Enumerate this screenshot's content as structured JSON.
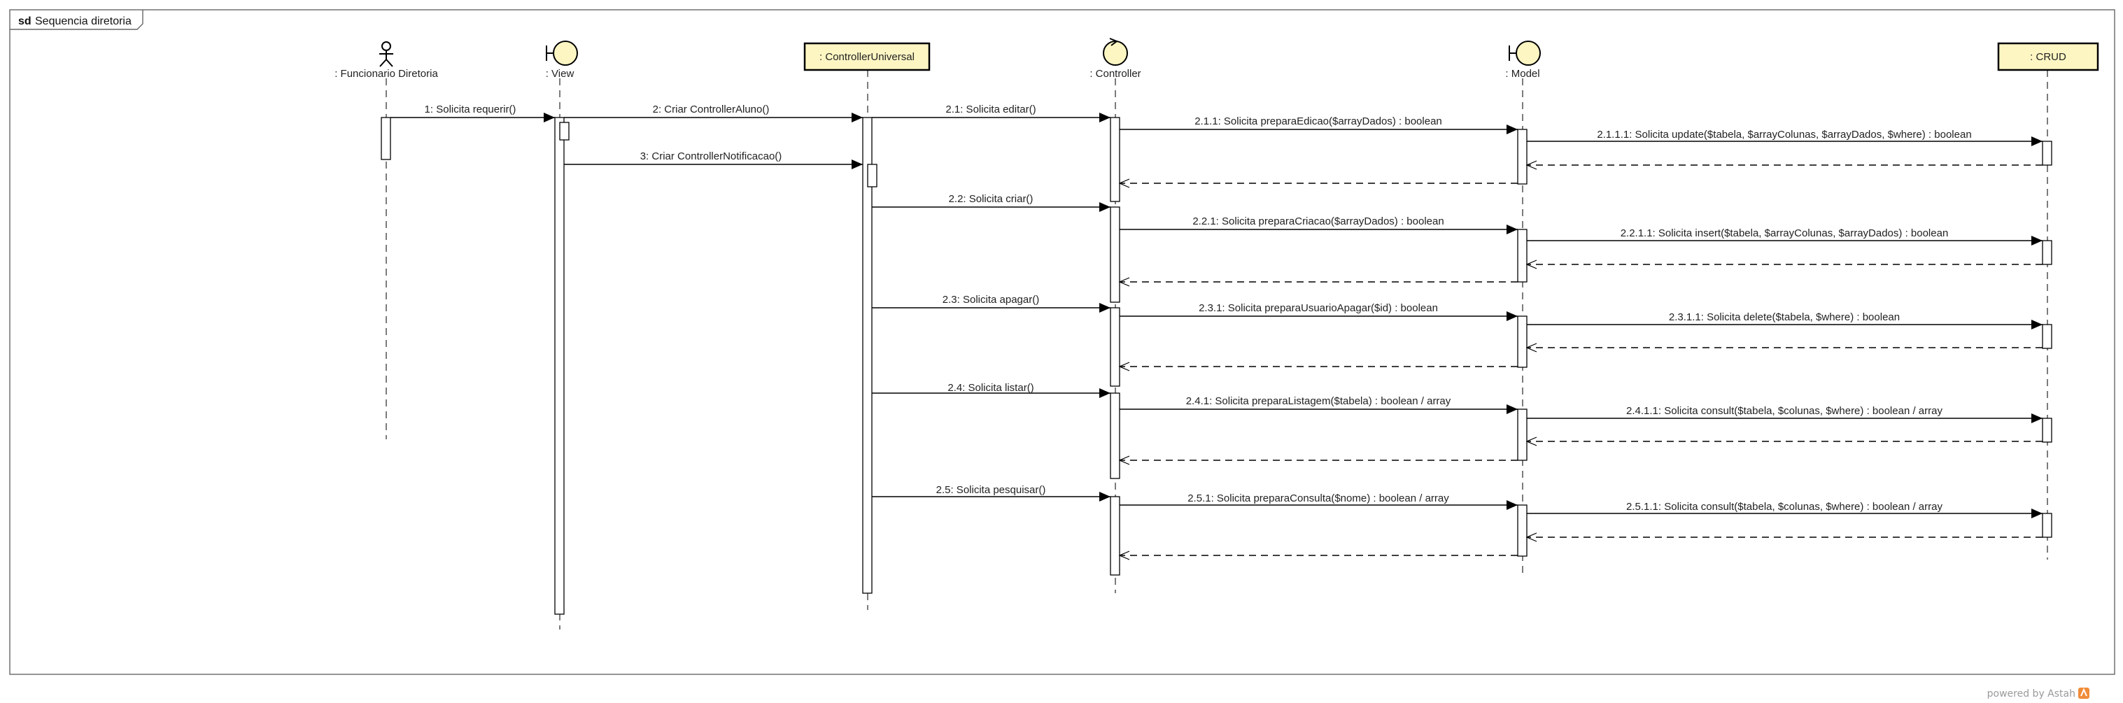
{
  "frame": {
    "keyword": "sd",
    "name": "Sequencia diretoria"
  },
  "watermark": "powered by Astah",
  "colors": {
    "class_fill": "#fdf6c3",
    "line": "#000000",
    "text": "#222222"
  },
  "participants": [
    {
      "id": "funcionario",
      "kind": "actor",
      "label": ": Funcionario Diretoria"
    },
    {
      "id": "view",
      "kind": "boundary",
      "label": ": View"
    },
    {
      "id": "controller_universal",
      "kind": "class",
      "label": ": ControllerUniversal"
    },
    {
      "id": "controller",
      "kind": "control",
      "label": ": Controller"
    },
    {
      "id": "model",
      "kind": "boundary",
      "label": ": Model"
    },
    {
      "id": "crud",
      "kind": "class",
      "label": ": CRUD"
    }
  ],
  "messages": [
    {
      "label": "1: Solicita requerir()",
      "from": "funcionario",
      "to": "view",
      "type": "sync"
    },
    {
      "label": "2: Criar ControllerAluno()",
      "from": "view",
      "to": "controller_universal",
      "type": "sync"
    },
    {
      "label": "3: Criar ControllerNotificacao()",
      "from": "view",
      "to": "controller_universal",
      "type": "sync"
    },
    {
      "label": "2.1: Solicita editar()",
      "from": "controller_universal",
      "to": "controller",
      "type": "sync"
    },
    {
      "label": "2.1.1: Solicita preparaEdicao($arrayDados) : boolean",
      "from": "controller",
      "to": "model",
      "type": "sync"
    },
    {
      "label": "2.1.1.1: Solicita update($tabela, $arrayColunas, $arrayDados, $where) : boolean",
      "from": "model",
      "to": "crud",
      "type": "sync"
    },
    {
      "label": "",
      "from": "crud",
      "to": "model",
      "type": "return"
    },
    {
      "label": "",
      "from": "model",
      "to": "controller",
      "type": "return"
    },
    {
      "label": "2.2: Solicita criar()",
      "from": "controller_universal",
      "to": "controller",
      "type": "sync"
    },
    {
      "label": "2.2.1: Solicita preparaCriacao($arrayDados) : boolean",
      "from": "controller",
      "to": "model",
      "type": "sync"
    },
    {
      "label": "2.2.1.1: Solicita insert($tabela, $arrayColunas, $arrayDados) : boolean",
      "from": "model",
      "to": "crud",
      "type": "sync"
    },
    {
      "label": "",
      "from": "crud",
      "to": "model",
      "type": "return"
    },
    {
      "label": "",
      "from": "model",
      "to": "controller",
      "type": "return"
    },
    {
      "label": "2.3: Solicita apagar()",
      "from": "controller_universal",
      "to": "controller",
      "type": "sync"
    },
    {
      "label": "2.3.1: Solicita preparaUsuarioApagar($id) : boolean",
      "from": "controller",
      "to": "model",
      "type": "sync"
    },
    {
      "label": "2.3.1.1: Solicita delete($tabela, $where) : boolean",
      "from": "model",
      "to": "crud",
      "type": "sync"
    },
    {
      "label": "",
      "from": "crud",
      "to": "model",
      "type": "return"
    },
    {
      "label": "",
      "from": "model",
      "to": "controller",
      "type": "return"
    },
    {
      "label": "2.4: Solicita listar()",
      "from": "controller_universal",
      "to": "controller",
      "type": "sync"
    },
    {
      "label": "2.4.1: Solicita preparaListagem($tabela) : boolean / array",
      "from": "controller",
      "to": "model",
      "type": "sync"
    },
    {
      "label": "2.4.1.1: Solicita consult($tabela, $colunas, $where) : boolean / array",
      "from": "model",
      "to": "crud",
      "type": "sync"
    },
    {
      "label": "",
      "from": "crud",
      "to": "model",
      "type": "return"
    },
    {
      "label": "",
      "from": "model",
      "to": "controller",
      "type": "return"
    },
    {
      "label": "2.5: Solicita pesquisar()",
      "from": "controller_universal",
      "to": "controller",
      "type": "sync"
    },
    {
      "label": "2.5.1: Solicita preparaConsulta($nome) : boolean / array",
      "from": "controller",
      "to": "model",
      "type": "sync"
    },
    {
      "label": "2.5.1.1: Solicita consult($tabela, $colunas, $where) : boolean / array",
      "from": "model",
      "to": "crud",
      "type": "sync"
    },
    {
      "label": "",
      "from": "crud",
      "to": "model",
      "type": "return"
    },
    {
      "label": "",
      "from": "model",
      "to": "controller",
      "type": "return"
    }
  ]
}
